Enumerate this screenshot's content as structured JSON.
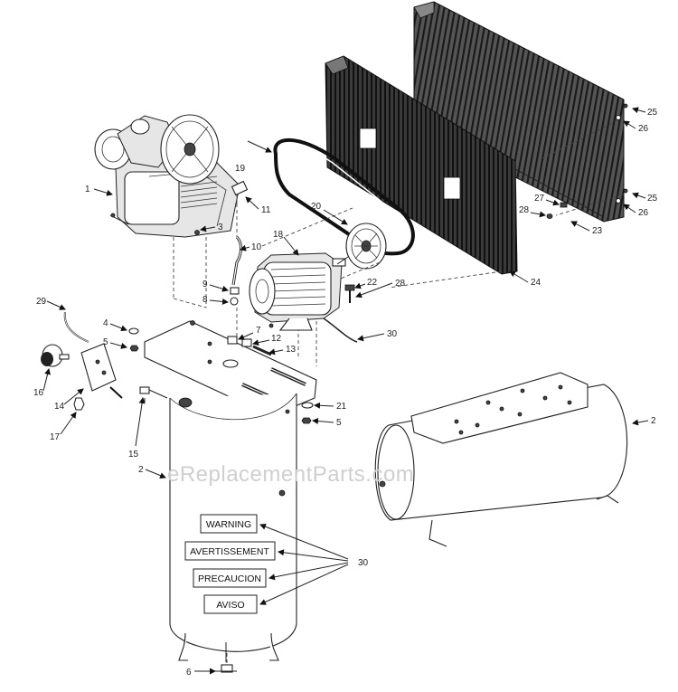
{
  "watermark": "eReplacementParts.com",
  "labels": {
    "warning": "WARNING",
    "avertissement": "AVERTISSEMENT",
    "precaucion": "PRECAUCION",
    "aviso": "AVISO"
  },
  "callouts": {
    "c1": "1",
    "c2a": "2",
    "c2b": "2",
    "c3": "3",
    "c4": "4",
    "c5a": "5",
    "c5b": "5",
    "c6": "6",
    "c7": "7",
    "c8": "8",
    "c9": "9",
    "c10": "10",
    "c11": "11",
    "c12": "12",
    "c13": "13",
    "c14": "14",
    "c15": "15",
    "c16": "16",
    "c17": "17",
    "c18": "18",
    "c19": "19",
    "c20": "20",
    "c21": "21",
    "c22": "22",
    "c23": "23",
    "c24": "24",
    "c25a": "25",
    "c25b": "25",
    "c26a": "26",
    "c26b": "26",
    "c27": "27",
    "c28a": "28",
    "c28b": "28",
    "c29": "29",
    "c30a": "30",
    "c30b": "30"
  }
}
